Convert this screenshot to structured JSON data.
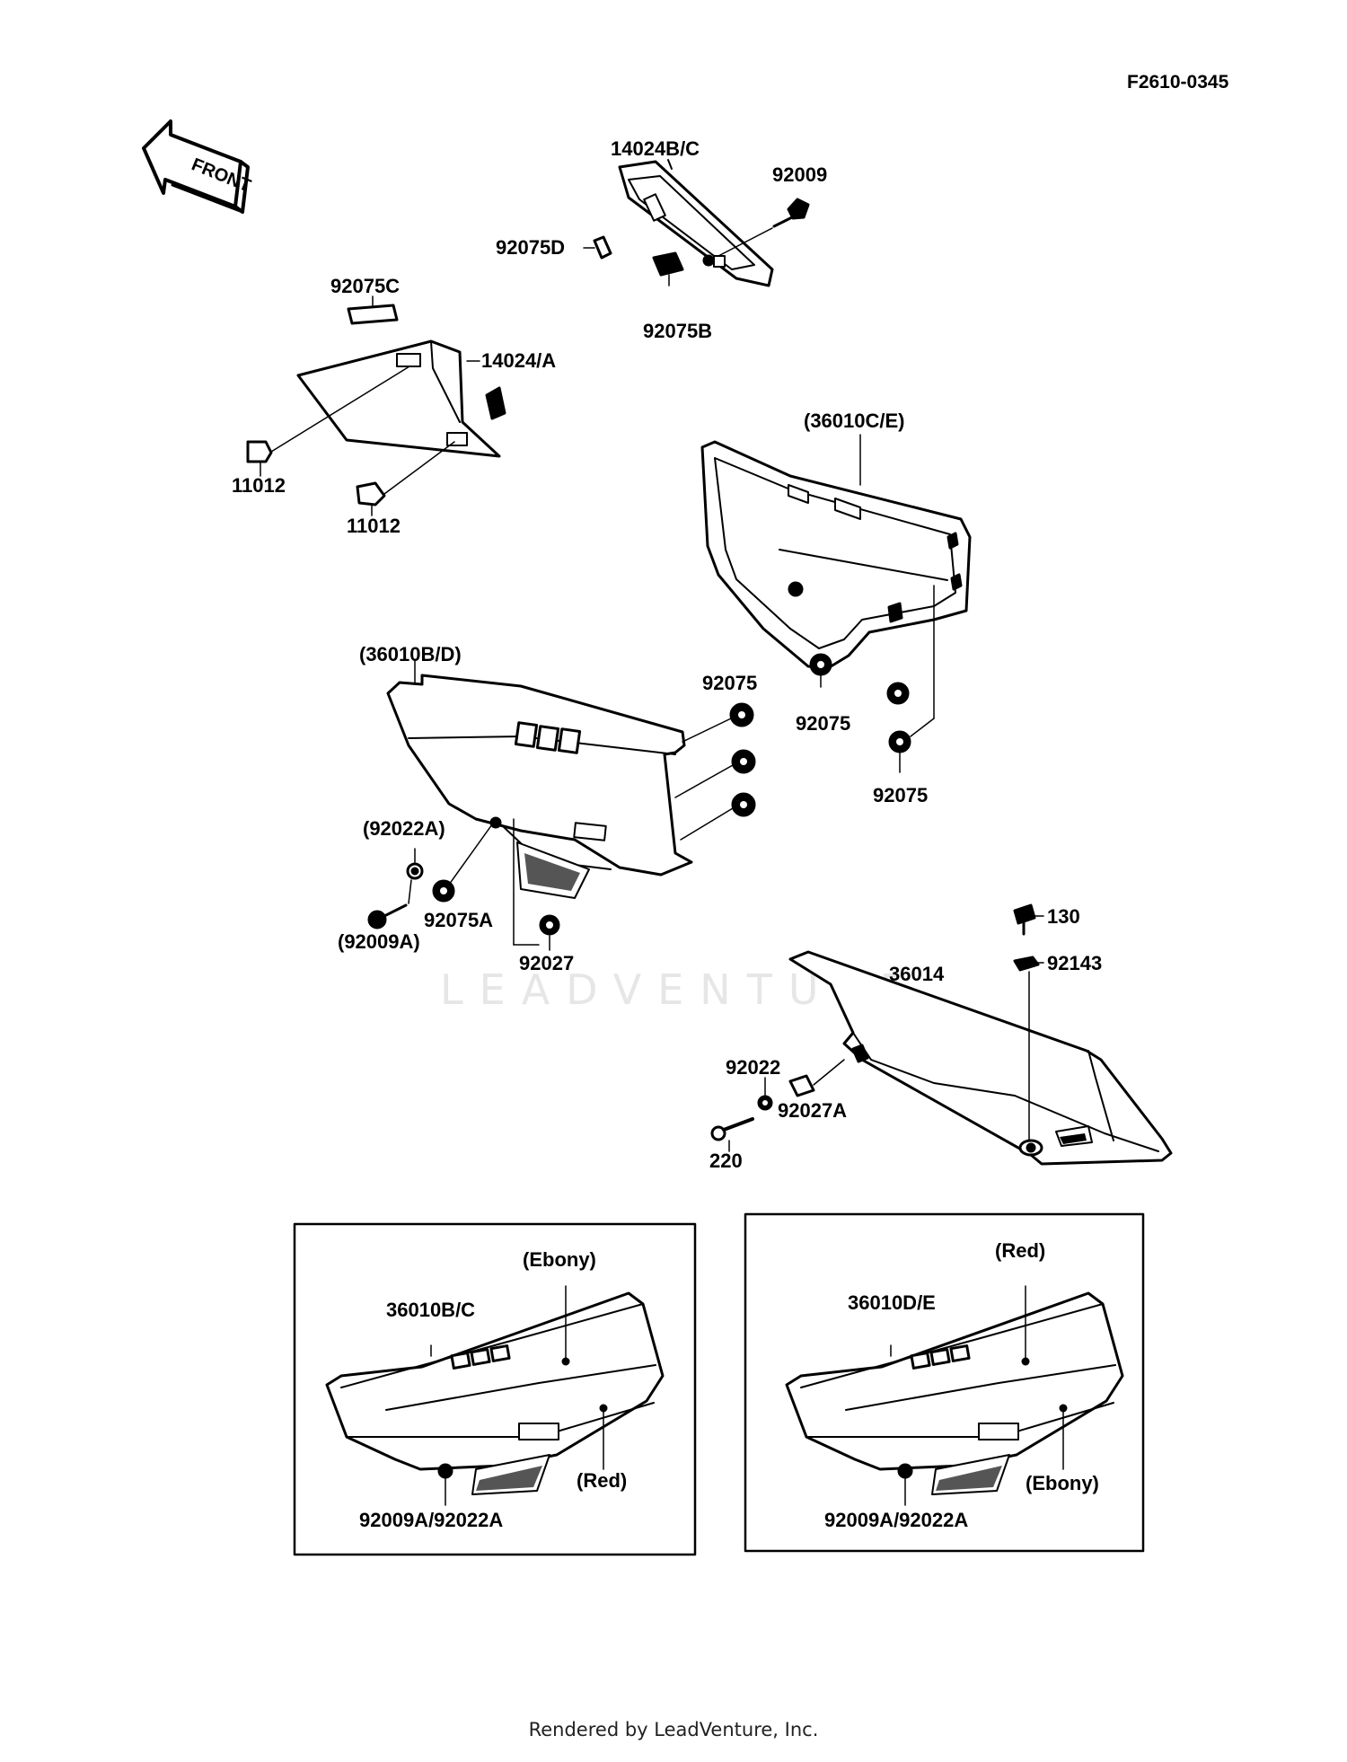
{
  "figure_ref": "F2610-0345",
  "front_arrow": "FRONT",
  "watermark": "LEADVENTURE",
  "footer": "Rendered by LeadVenture, Inc.",
  "labels": {
    "p14024BC": "14024B/C",
    "p92009": "92009",
    "p92075D": "92075D",
    "p92075B": "92075B",
    "p92075C": "92075C",
    "p14024A": "14024/A",
    "p11012a": "11012",
    "p11012b": "11012",
    "p36010CE": "(36010C/E)",
    "p36010BD": "(36010B/D)",
    "p92075a": "92075",
    "p92075b": "92075",
    "p92075c": "92075",
    "p92022A": "(92022A)",
    "p92075A": "92075A",
    "p92009A": "(92009A)",
    "p92027": "92027",
    "p130": "130",
    "p92143": "92143",
    "p36014": "36014",
    "p92022": "92022",
    "p92027A": "92027A",
    "p220": "220"
  },
  "inset_left": {
    "part": "36010B/C",
    "color_top": "(Ebony)",
    "color_bottom": "(Red)",
    "fastener": "92009A/92022A"
  },
  "inset_right": {
    "part": "36010D/E",
    "color_top": "(Red)",
    "color_bottom": "(Ebony)",
    "fastener": "92009A/92022A"
  }
}
